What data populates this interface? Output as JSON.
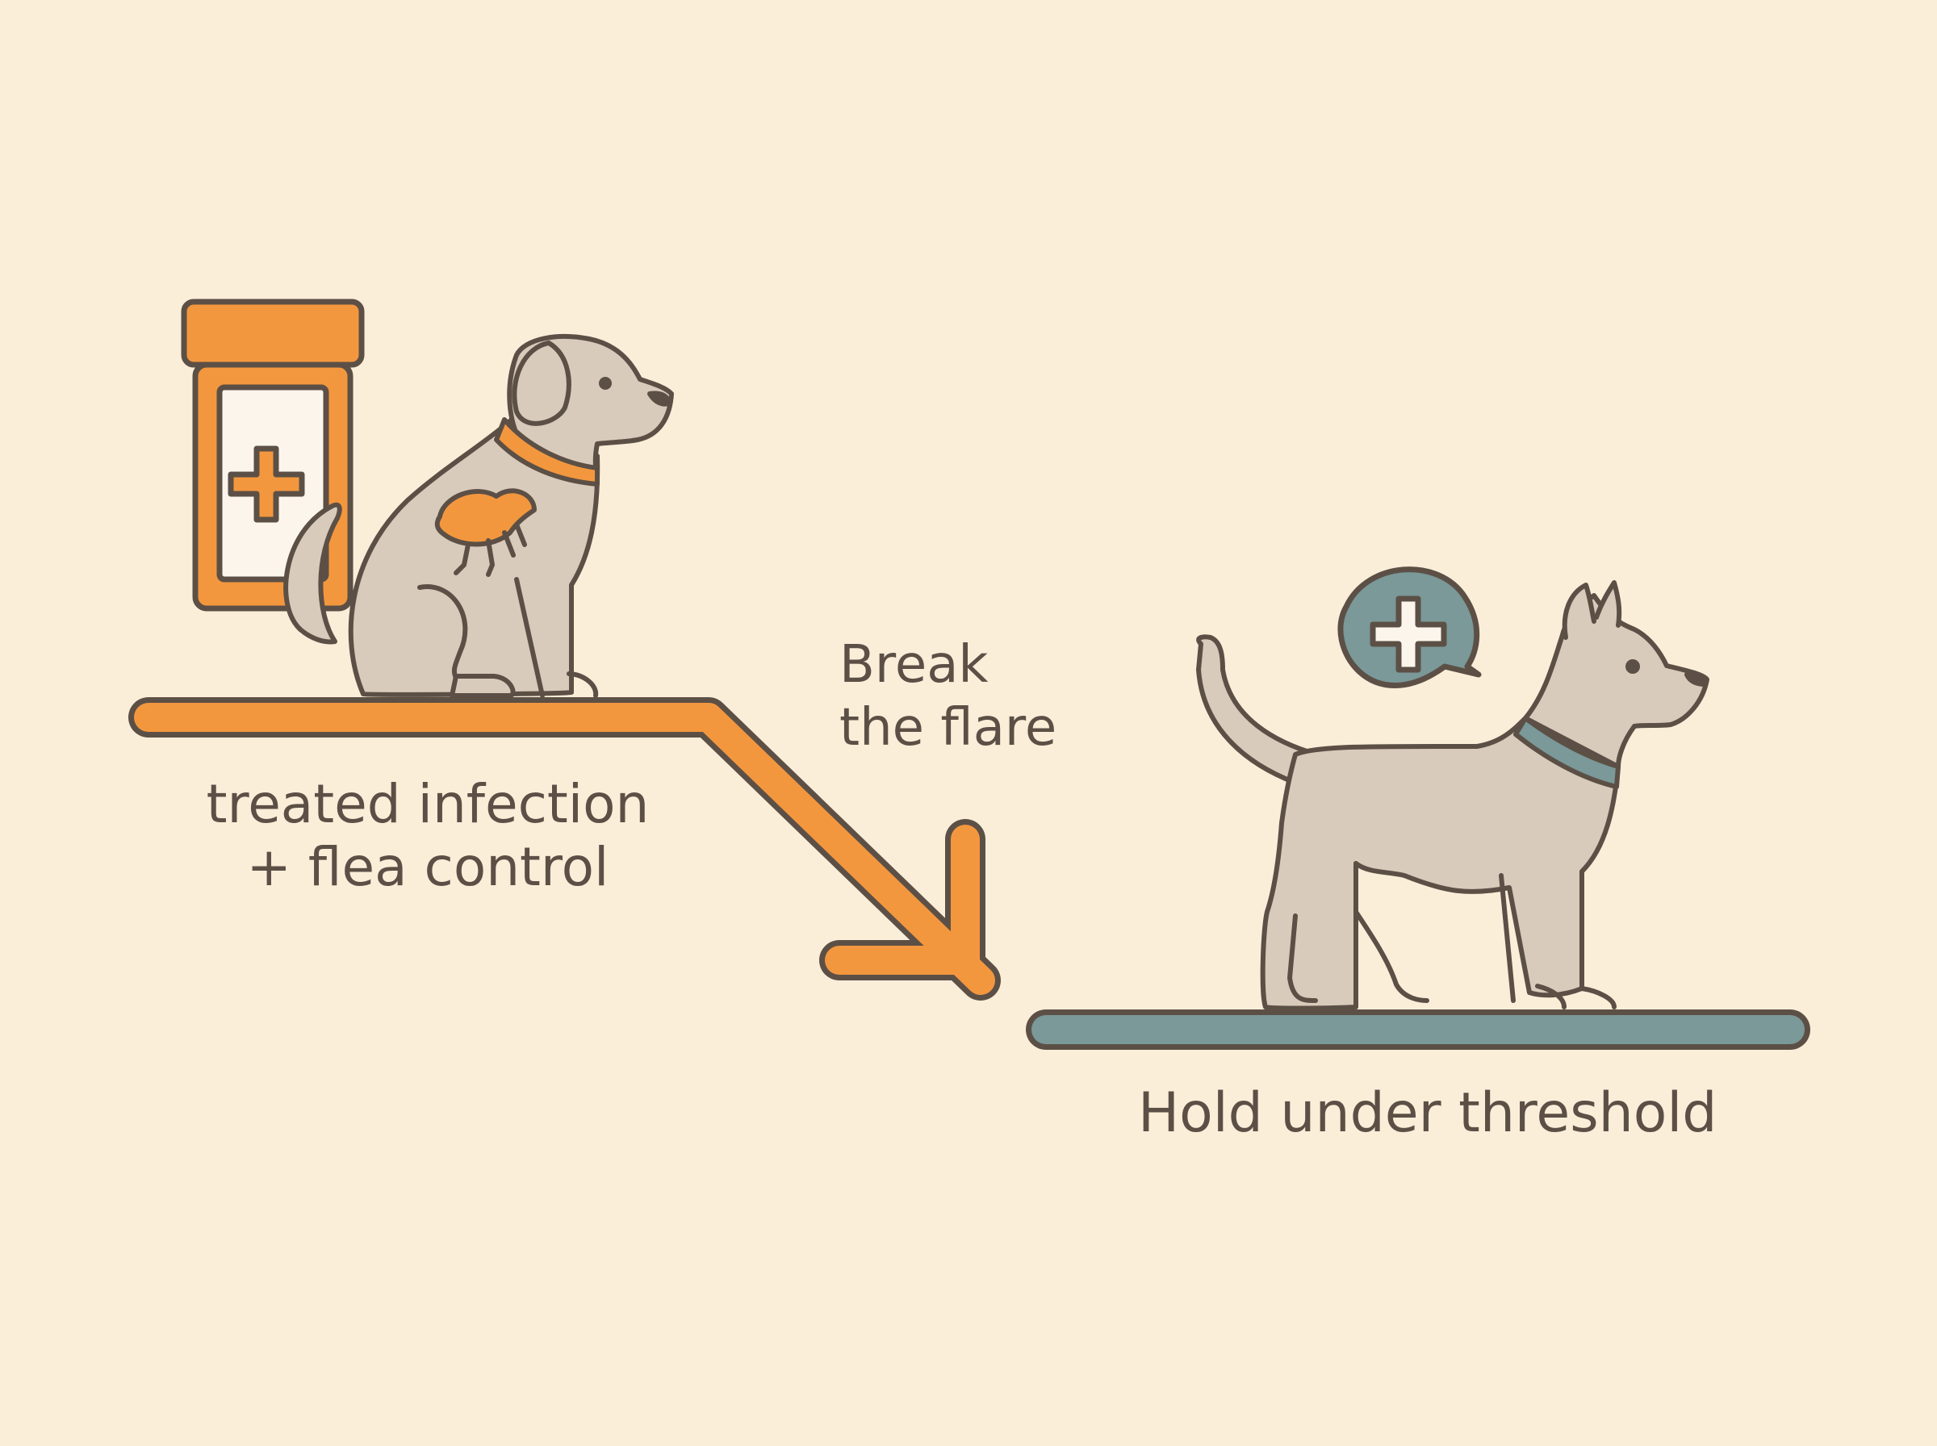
{
  "labels": {
    "step_one": [
      "treated infection",
      "+ flea control"
    ],
    "step_two": [
      "Break",
      "the flare"
    ],
    "step_three": "Hold under threshold"
  },
  "colors": {
    "background": "#faeed9",
    "outline": "#5c5046",
    "orange": "#f3973f",
    "teal": "#7a9998",
    "dog_fill": "#d8cbbb",
    "white": "#fbf5ec"
  },
  "icons": [
    "medicine-bottle-icon",
    "dog-icon",
    "flea-icon",
    "descending-arrow-icon",
    "health-badge-icon",
    "healthy-dog-icon"
  ]
}
